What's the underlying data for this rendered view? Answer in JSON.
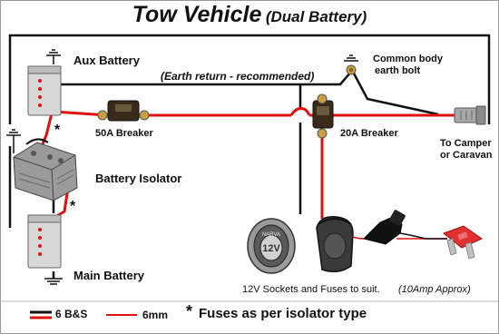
{
  "title": "Tow Vehicle",
  "subtitle": "(Dual Battery)",
  "labels": {
    "aux_battery": "Aux Battery",
    "earth_return": "(Earth return - recommended)",
    "common_body_line1": "Common body",
    "common_body_line2": "earth bolt",
    "breaker_50a": "50A Breaker",
    "breaker_20a": "20A Breaker",
    "camper_line1": "To Camper",
    "camper_line2": "or Caravan",
    "battery_isolator": "Battery Isolator",
    "main_battery": "Main Battery",
    "fuse_note": "*",
    "fuse_note_lower": "*",
    "sockets": "12V Sockets and Fuses to suit.",
    "approx": "(10Amp Approx)",
    "socket_face": "12V",
    "socket_brand": "NARVA"
  },
  "legend": {
    "cable_6bs": "6 B&S",
    "cable_6mm": "6mm",
    "fuses_star": "*",
    "fuses_text": "Fuses as per isolator type"
  },
  "colors": {
    "wire_red": "#e01010",
    "wire_black": "#111111",
    "battery_body": "#d8d8d8",
    "breaker": "#3a2a1a",
    "fuse_red": "#e03030"
  }
}
